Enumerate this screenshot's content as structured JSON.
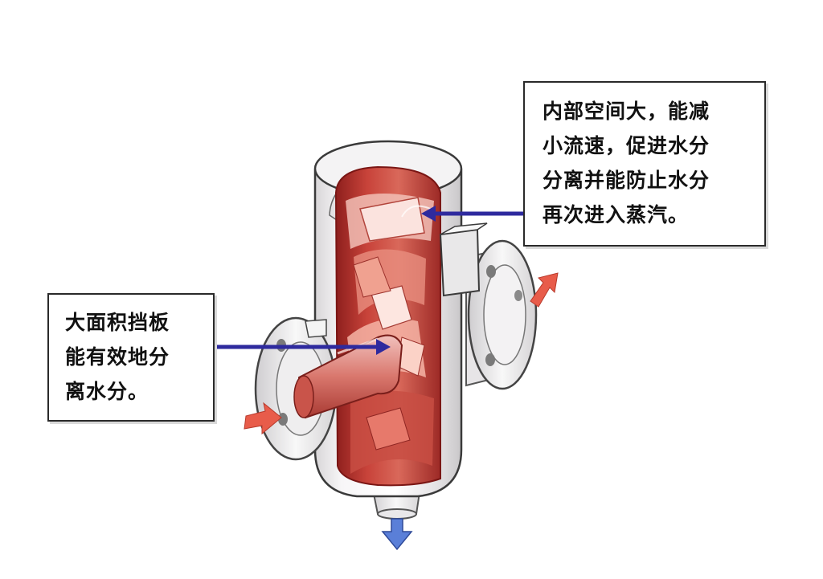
{
  "annotations": {
    "interior_space": {
      "lines": [
        "内部空间大，能减",
        "小流速，促进水分",
        "分离并能防止水分",
        "再次进入蒸汽。"
      ]
    },
    "baffle_plate": {
      "lines": [
        "大面积挡板",
        "能有效地分",
        "离水分。"
      ]
    }
  },
  "colors": {
    "pointer_arrow": "#2e2a9e",
    "flow_arrow": "#e85c4a",
    "drain_arrow": "#5a7fd8",
    "interior": "#b8322e",
    "shell": "#f1eff0"
  },
  "icons": {
    "inlet_flow": "arrow-right-icon",
    "outlet_flow": "arrow-up-right-icon",
    "drain_flow": "arrow-down-icon"
  }
}
